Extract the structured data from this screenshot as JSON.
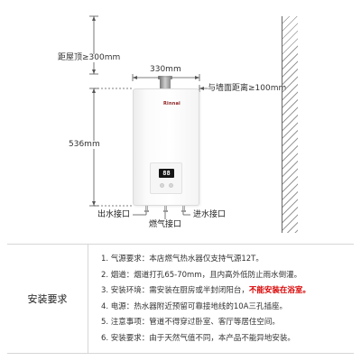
{
  "dimensions": {
    "ceiling_distance": "距屋顶≥300mm",
    "width": "330mm",
    "height": "536mm",
    "wall_distance": "与墙面距离≥100mm"
  },
  "heater": {
    "brand": "Rinnai",
    "display_value": "88"
  },
  "pipes": {
    "water_out": "出水接口",
    "gas": "燃气接口",
    "water_in": "进水接口"
  },
  "requirements": {
    "title": "安装要求",
    "items": [
      {
        "text": "1. 气源要求：本店燃气热水器仅支持气源12T。",
        "warn": ""
      },
      {
        "text": "2. 烟道：烟道打孔65-70mm，且内高外低防止雨水倒灌。",
        "warn": ""
      },
      {
        "text": "3. 安装环境：需安装在厨房或半封闭阳台，",
        "warn": "不能安装在浴室。"
      },
      {
        "text": "4. 电源：热水器附近预留可靠接地线的10A三孔插座。",
        "warn": ""
      },
      {
        "text": "5. 注意事项：管道不得穿过卧室、客厅等居住空间。",
        "warn": ""
      },
      {
        "text": "6. 安装要求：由于天然气值不同，本产品不能异地安装。",
        "warn": ""
      }
    ]
  }
}
